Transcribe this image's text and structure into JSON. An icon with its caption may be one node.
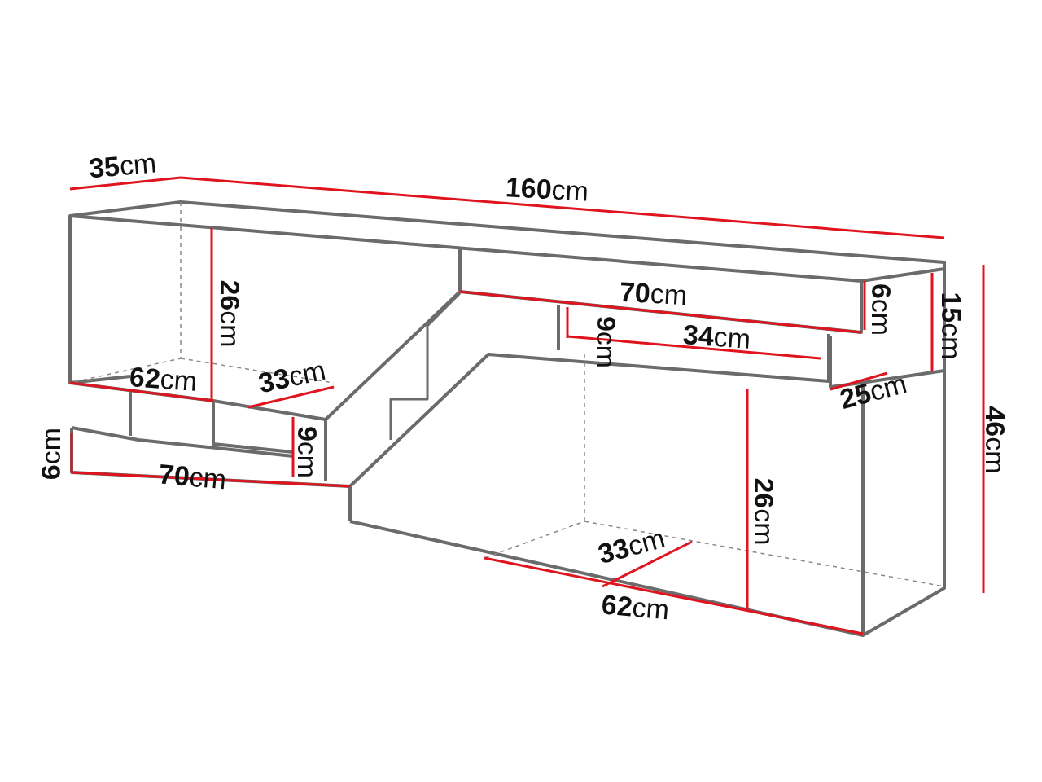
{
  "diagram": {
    "labels": [
      "**35**cm",
      "**160**cm",
      "**26**cm",
      "**70**cm",
      "**6**cm",
      "**15**cm",
      "**9**cm",
      "**34**cm",
      "**46**cm",
      "**62**cm",
      "**33**cm",
      "**25**cm",
      "**9**cm",
      "**6**cm",
      "**70**cm",
      "**26**cm",
      "**33**cm",
      "**62**cm"
    ]
  }
}
